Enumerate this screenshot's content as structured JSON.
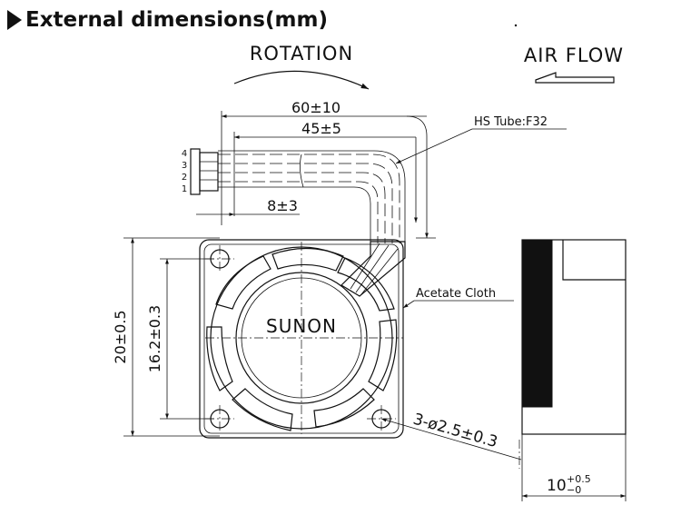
{
  "heading": "External dimensions(mm)",
  "rotation_label": "ROTATION",
  "airflow_label": "AIR FLOW",
  "brand": "SUNON",
  "cable": {
    "total_length": "60±10",
    "lead_length": "45±5",
    "strip_length": "8±3",
    "tube_label": "HS Tube:F32",
    "pins": [
      "4",
      "3",
      "2",
      "1"
    ]
  },
  "frame": {
    "overall_height": "20±0.5",
    "hole_spacing": "16.2±0.3",
    "holes": "3-ø2.5±0.3",
    "cloth_label": "Acetate Cloth"
  },
  "side": {
    "depth_base": "10",
    "depth_plus": "+0.5",
    "depth_minus": "−0"
  }
}
